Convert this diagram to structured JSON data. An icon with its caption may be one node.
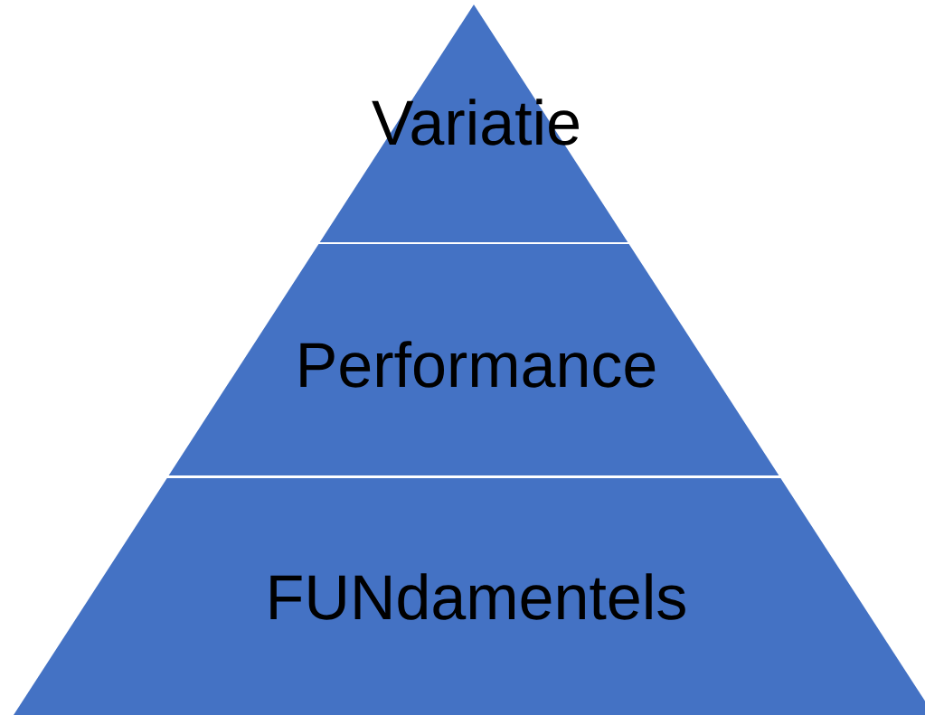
{
  "diagram": {
    "nodes": [
      {
        "text": [
          "Variatie"
        ]
      },
      {
        "text": [
          "Performance"
        ]
      },
      {
        "text": [
          "FUNdamentels"
        ]
      }
    ]
  }
}
